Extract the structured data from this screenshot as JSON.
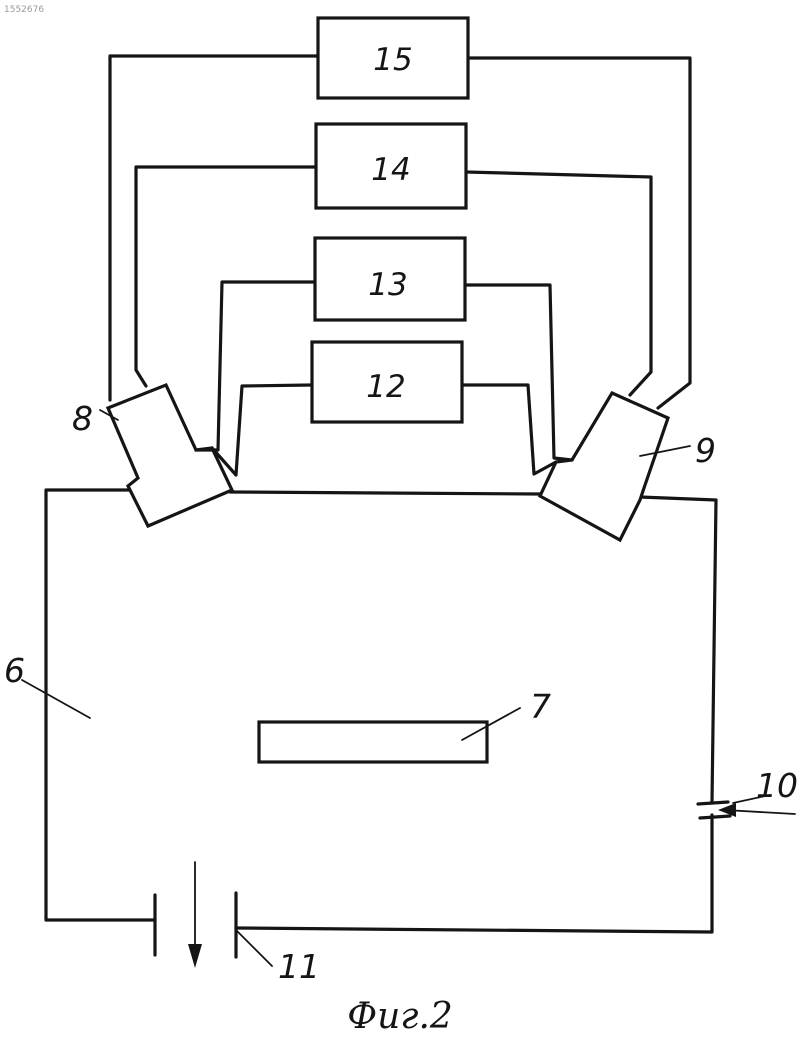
{
  "header_code": "1552676",
  "blocks": [
    {
      "id": "15",
      "label": "15"
    },
    {
      "id": "14",
      "label": "14"
    },
    {
      "id": "13",
      "label": "13"
    },
    {
      "id": "12",
      "label": "12"
    }
  ],
  "labels": {
    "chamber": "6",
    "target": "7",
    "detector_left": "8",
    "detector_right": "9",
    "switch": "10",
    "source": "11"
  },
  "caption": "Фиг.2"
}
